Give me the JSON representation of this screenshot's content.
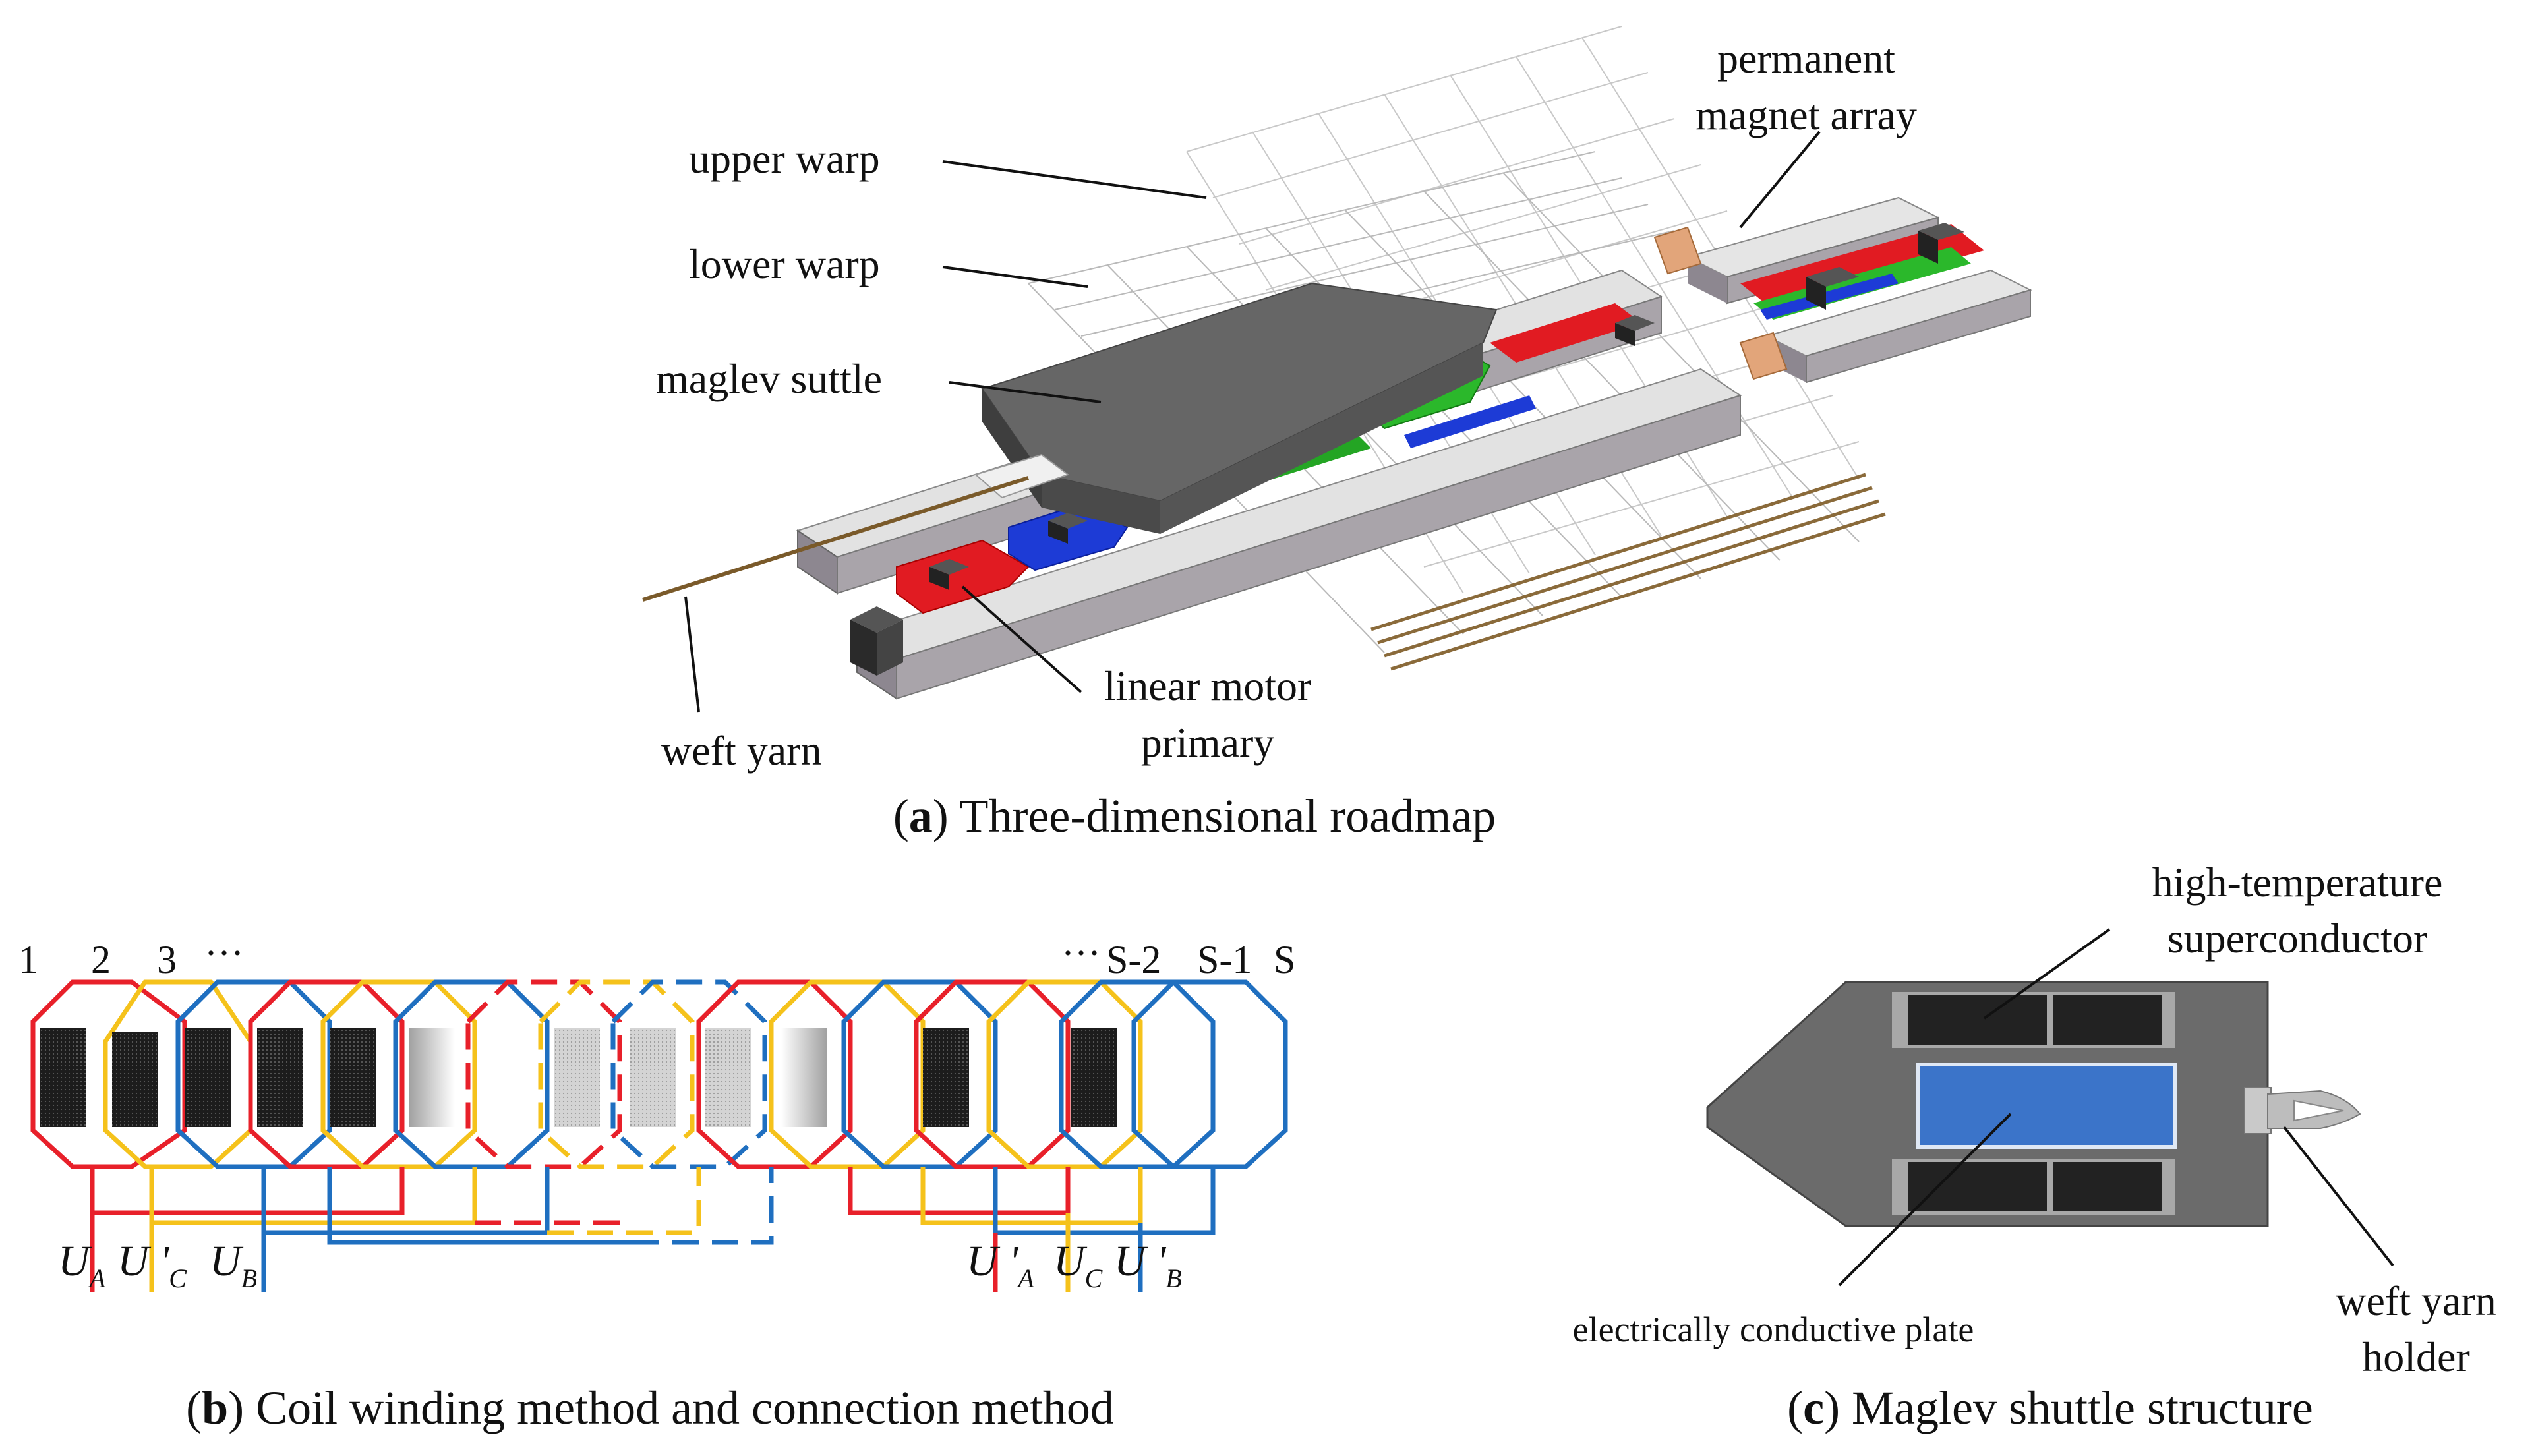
{
  "panel_a": {
    "caption_letter": "a",
    "caption_text": "Three-dimensional roadmap",
    "labels": {
      "upper_warp": "upper warp",
      "lower_warp": "lower warp",
      "maglev_suttle": "maglev suttle",
      "weft_yarn": "weft yarn",
      "linear_motor_line1": "linear motor",
      "linear_motor_line2": "primary",
      "permanent_magnet_line1": "permanent",
      "permanent_magnet_line2": "magnet array"
    }
  },
  "panel_b": {
    "caption_letter": "b",
    "caption_text": "Coil winding method and connection method",
    "slot_numbers_left": [
      "1",
      "2",
      "3",
      "···"
    ],
    "slot_numbers_right": [
      "···",
      "S-2",
      "S-1",
      "S"
    ],
    "terminals_left": {
      "ua": "U",
      "ua_sub": "A",
      "uc_prime": "U '",
      "uc_prime_sub": "C",
      "ub": "U",
      "ub_sub": "B"
    },
    "terminals_right": {
      "ua_prime": "U '",
      "ua_prime_sub": "A",
      "uc": "U",
      "uc_sub": "C",
      "ub_prime": "U '",
      "ub_prime_sub": "B"
    }
  },
  "panel_c": {
    "caption_letter": "c",
    "caption_text": "Maglev shuttle structure",
    "labels": {
      "hts_line1": "high-temperature",
      "hts_line2": "superconductor",
      "plate": "electrically conductive plate",
      "holder_line1": "weft yarn",
      "holder_line2": "holder"
    }
  },
  "colors": {
    "phase_a": "#e8202a",
    "phase_b": "#1f6fc0",
    "phase_c": "#f5c21b",
    "plate_blue": "#3b74c9",
    "dark_block": "#3c3c3c",
    "rail_gray": "#a9a4aa"
  }
}
